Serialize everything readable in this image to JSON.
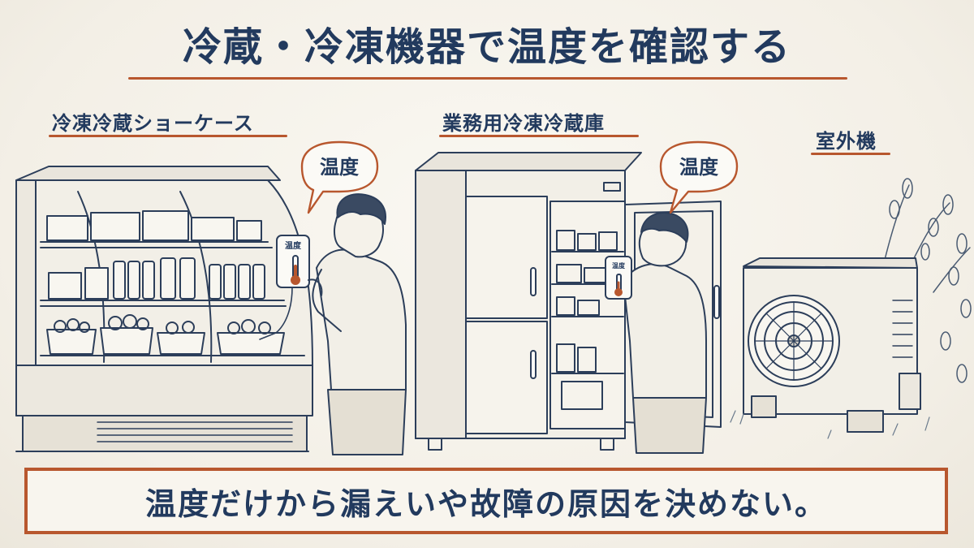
{
  "title": "冷蔵・冷凍機器で温度を確認する",
  "sections": {
    "showcase": {
      "label": "冷凍冷蔵ショーケース"
    },
    "refrigerator": {
      "label": "業務用冷凍冷蔵庫"
    },
    "outdoor_unit": {
      "label": "室外機"
    }
  },
  "speech_bubbles": {
    "left": "温度",
    "right": "温度"
  },
  "thermometer_labels": {
    "left": "温度",
    "right": "温度"
  },
  "footer": {
    "text": "温度だけから漏えいや故障の原因を決めない。"
  },
  "colors": {
    "ink": "#223a5e",
    "accent": "#b8572e",
    "paper": "#f6f3ec"
  }
}
